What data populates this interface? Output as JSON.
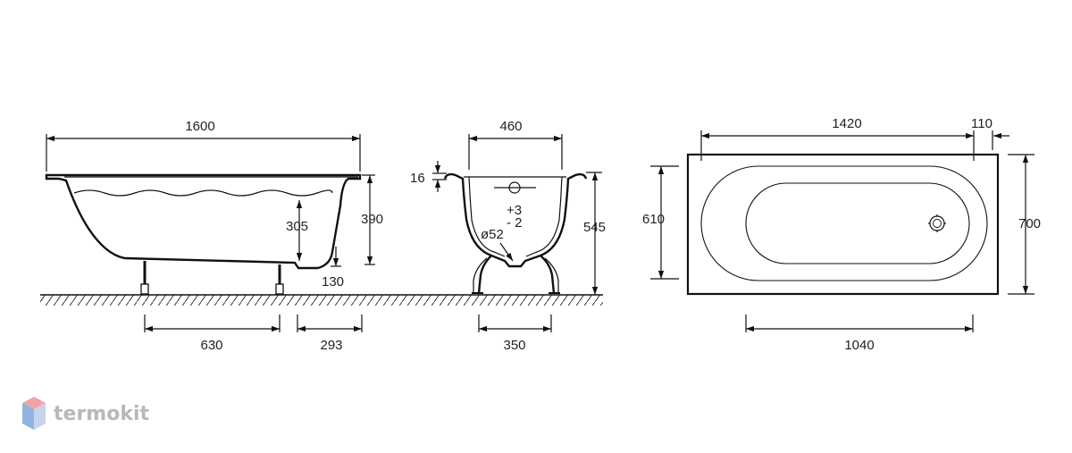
{
  "side_view": {
    "length": "1600",
    "rim_height": "390",
    "water_depth": "305",
    "drain_height": "130",
    "leg_spacing": "630",
    "leg_offset": "293"
  },
  "end_view": {
    "width_bottom": "460",
    "rim_thickness": "16",
    "total_height": "545",
    "tolerance_plus": "+3",
    "tolerance_minus": "- 2",
    "drain_diameter": "ø52",
    "leg_width": "350"
  },
  "top_view": {
    "inner_length": "1420",
    "rim_offset": "110",
    "inner_width": "610",
    "outer_width": "700",
    "bottom_length": "1040"
  },
  "brand": {
    "name": "termokit",
    "colors": {
      "top": "#f0a5a5",
      "left": "#8fb4e0",
      "right": "#c7d3ea"
    }
  }
}
